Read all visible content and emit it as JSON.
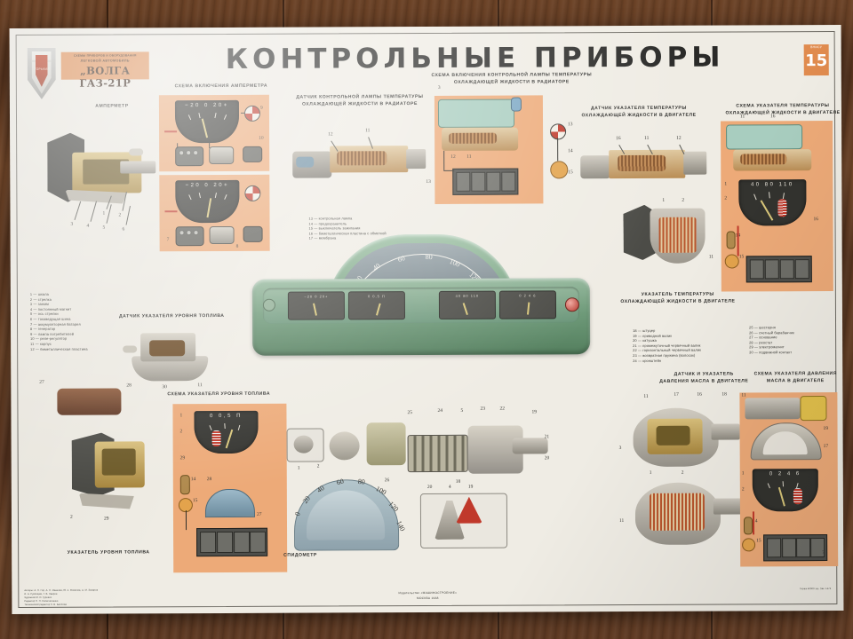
{
  "poster": {
    "title": "КОНТРОЛЬНЫЕ ПРИБОРЫ",
    "sheet_number": "15",
    "sheet_series": "ВНИСУ",
    "emblem_text": "ГОРЬКИЙ",
    "badge_line1": "СХЕМЫ ПРИБОРОВ И ОБОРУДОВАНИЯ",
    "badge_line2": "ЛЕГКОВОЙ АВТОМОБИЛЬ",
    "badge_line3": "„ВОЛГА ГАЗ-21Р",
    "publisher_line1": "Издательство «МАШИНОСТРОЕНИЕ»",
    "publisher_line2": "МОСКВА 1968",
    "credits": [
      "Авторы:  А. П. Гор,  А. Н. Иванова,  Ю. и. Фомичев,  А. М. Захаров",
      "И. А. Румянцев, Г. В. Лавров",
      "Художник  М. И. Гуревич",
      "Редактор Н. Н. Колесниченко",
      "Технический редактор З. В. Баллова"
    ]
  },
  "captions": {
    "ampermeter": "АМПЕРМЕТР",
    "ampermeter_scheme": "СХЕМА ВКЛЮЧЕНИЯ АМПЕРМЕТРА",
    "radiator_lamp_sensor": "ДАТЧИК КОНТРОЛЬНОЙ ЛАМПЫ ТЕМПЕРАТУРЫ\nОХЛАЖДАЮЩЕЙ ЖИДКОСТИ В РАДИАТОРЕ",
    "radiator_lamp_scheme": "СХЕМА ВКЛЮЧЕНИЯ КОНТРОЛЬНОЙ ЛАМПЫ ТЕМПЕРАТУРЫ\nОХЛАЖДАЮЩЕЙ ЖИДКОСТИ В РАДИАТОРЕ",
    "engine_temp_sensor": "ДАТЧИК УКАЗАТЕЛЯ ТЕМПЕРАТУРЫ\nОХЛАЖДАЮЩЕЙ ЖИДКОСТИ В ДВИГАТЕЛЕ",
    "engine_temp_scheme": "СХЕМА УКАЗАТЕЛЯ ТЕМПЕРАТУРЫ\nОХЛАЖДАЮЩЕЙ ЖИДКОСТИ В ДВИГАТЕЛЕ",
    "engine_temp_gauge": "УКАЗАТЕЛЬ ТЕМПЕРАТУРЫ\nОХЛАЖДАЮЩЕЙ ЖИДКОСТИ В ДВИГАТЕЛЕ",
    "fuel_sensor": "ДАТЧИК УКАЗАТЕЛЯ УРОВНЯ ТОПЛИВА",
    "fuel_scheme": "СХЕМА УКАЗАТЕЛЯ УРОВНЯ ТОПЛИВА",
    "fuel_gauge": "УКАЗАТЕЛЬ УРОВНЯ ТОПЛИВА",
    "speedometer": "СПИДОМЕТР",
    "oil_sensor": "ДАТЧИК И УКАЗАТЕЛЬ\nДАВЛЕНИЯ МАСЛА В ДВИГАТЕЛЕ",
    "oil_scheme": "СХЕМА УКАЗАТЕЛЯ ДАВЛЕНИЯ\nМАСЛА В ДВИГАТЕЛЕ"
  },
  "legend_left": [
    "1 — шкала",
    "2 — стрелка",
    "3 — зажим",
    "4 — постоянный магнит",
    "5 — ось стрелки",
    "6 — токоведущая шина",
    "7 — аккумуляторная батарея",
    "8 — генератор",
    "9 — лампа потребителей",
    "10 — реле-регулятор",
    "11 — корпус",
    "12 — биметаллическая пластина"
  ],
  "legend_mid": [
    "13 — контрольная лампа",
    "14 — предохранитель",
    "15 — выключатель зажигания",
    "16 — биметаллическая пластина с обмоткой",
    "17 — мембрана"
  ],
  "legend_right_a": [
    "18 — штуцер",
    "19 — приводной валик",
    "20 — катушка",
    "21 — промежуточный червячный валик",
    "22 — горизонтальный червячный валик",
    "23 — возвратная пружина (волосок)",
    "24 — кронштейн"
  ],
  "legend_right_b": [
    "25 — шестерня",
    "26 — счетный барабанчик",
    "27 — основание",
    "28 — реостат",
    "29 — электромагнит",
    "30 — подвижной контакт"
  ],
  "gauges": {
    "ampermeter_scale": [
      "−20",
      "0",
      "20+"
    ],
    "temp_scale": [
      "40",
      "80",
      "110"
    ],
    "fuel_scale": [
      "0",
      "0,5",
      "П"
    ],
    "oil_scale": [
      "0",
      "2",
      "4",
      "6"
    ],
    "speedometer_scale": [
      "0",
      "20",
      "40",
      "60",
      "80",
      "100",
      "120",
      "140"
    ],
    "odometer_scale": [
      "0",
      "20",
      "40",
      "60",
      "80",
      "100",
      "120",
      "140"
    ]
  },
  "callouts": {
    "ampermeter_view": [
      "1",
      "2",
      "3",
      "4",
      "5",
      "6"
    ],
    "scheme_amp": [
      "9",
      "10",
      "7",
      "8"
    ],
    "radiator_sensor": [
      "12",
      "11",
      "13"
    ],
    "radiator_scheme": [
      "12",
      "11",
      "13",
      "14",
      "15"
    ],
    "engine_sensor": [
      "16",
      "11",
      "12"
    ],
    "engine_scheme": [
      "11",
      "16",
      "1",
      "2",
      "14",
      "15",
      "16"
    ],
    "temp_gauge": [
      "1",
      "2",
      "11"
    ],
    "fuel_sensor": [
      "28",
      "30",
      "11"
    ],
    "fuel_scheme": [
      "1",
      "2",
      "29",
      "28",
      "14",
      "15",
      "27"
    ],
    "speedo": [
      "1",
      "2",
      "19",
      "20",
      "21",
      "22",
      "23",
      "24",
      "25",
      "26",
      "18",
      "4"
    ],
    "oil_sensor": [
      "11",
      "17",
      "16",
      "18",
      "1",
      "2",
      "3"
    ],
    "oil_scheme": [
      "11",
      "19",
      "17",
      "1",
      "2",
      "14",
      "15",
      "7"
    ]
  }
}
